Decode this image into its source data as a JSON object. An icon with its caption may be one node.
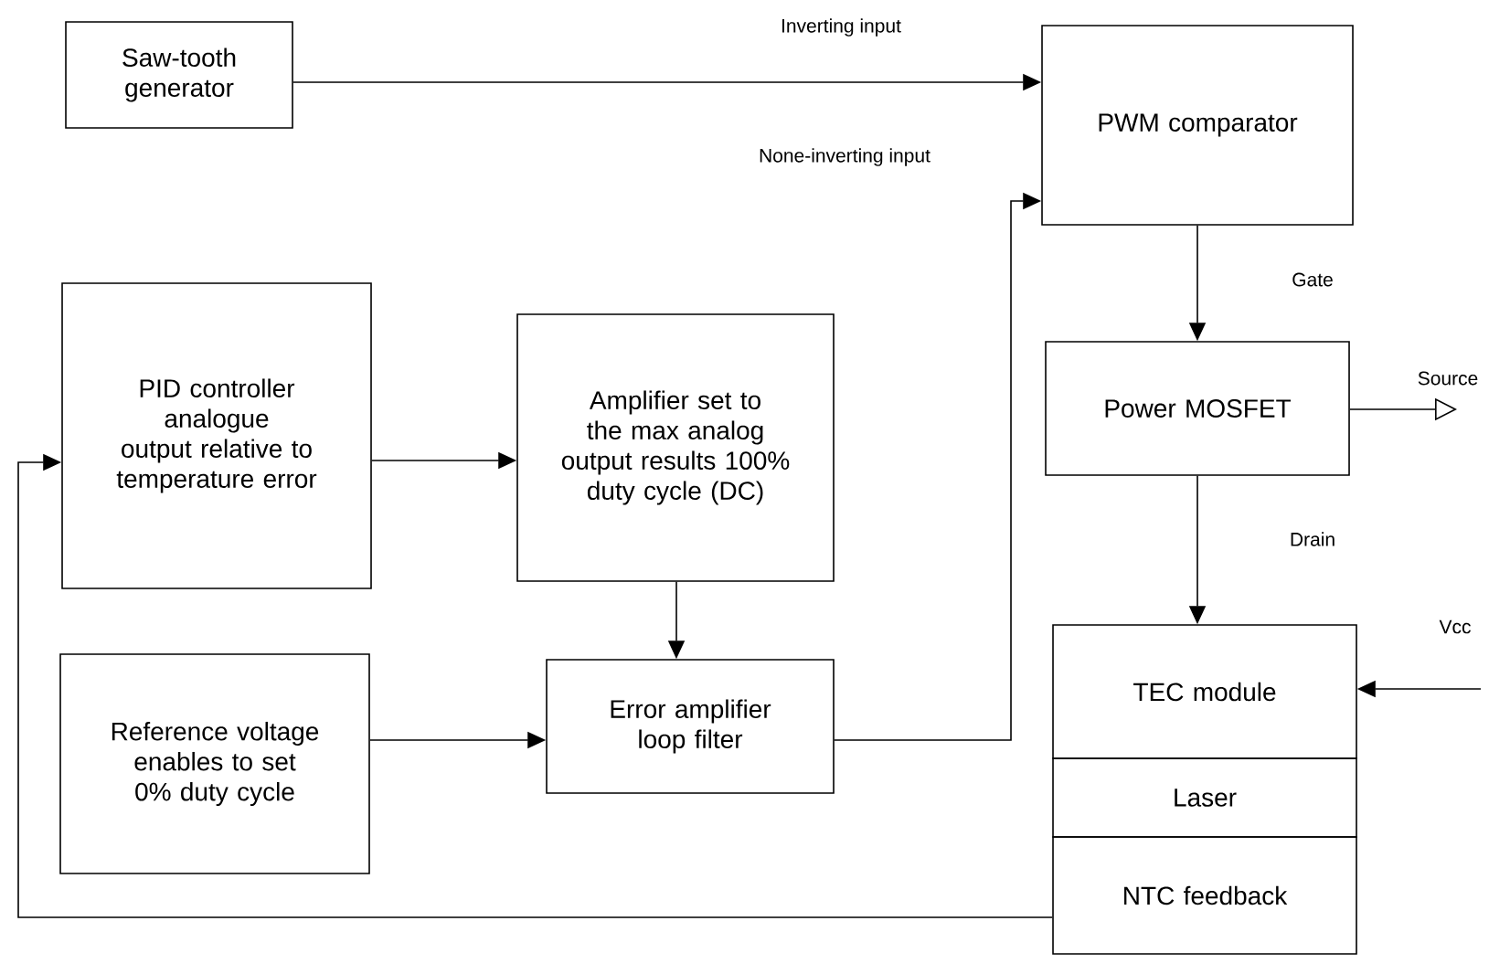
{
  "diagram": {
    "nodes": [
      {
        "text": [
          "Saw-tooth generator"
        ]
      },
      {
        "text": [
          "PWM comparator"
        ]
      },
      {
        "text": [
          "PID controller analogue output relative to temperature error"
        ]
      },
      {
        "text": [
          "Amplifier set to the max analog output results 100% duty cycle (DC)"
        ]
      },
      {
        "text": [
          "Power MOSFET"
        ]
      },
      {
        "text": [
          "Reference voltage enables to set 0% duty cycle"
        ]
      },
      {
        "text": [
          "Error amplifier loop filter"
        ]
      },
      {
        "text": [
          "TEC module"
        ]
      },
      {
        "text": [
          "Laser"
        ]
      },
      {
        "text": [
          "NTC feedback"
        ]
      }
    ],
    "edges": [
      {
        "from": 0,
        "to": 1,
        "arrow": "to",
        "label": "Inverting input"
      },
      {
        "from": 6,
        "to": 1,
        "arrow": "to",
        "label": "None-inverting input"
      },
      {
        "from": 2,
        "to": 3,
        "arrow": "to"
      },
      {
        "from": 3,
        "to": 6,
        "arrow": "to"
      },
      {
        "from": 5,
        "to": 6,
        "arrow": "to"
      },
      {
        "from": 1,
        "to": 4,
        "arrow": "to",
        "label": "Gate"
      },
      {
        "from": 4,
        "to": null,
        "arrow": "to",
        "label": "Source"
      },
      {
        "from": 4,
        "to": 7,
        "arrow": "to",
        "label": "Drain"
      },
      {
        "from": null,
        "to": 7,
        "arrow": "to",
        "label": "Vcc"
      },
      {
        "from": 9,
        "to": 2,
        "arrow": "to"
      }
    ]
  }
}
